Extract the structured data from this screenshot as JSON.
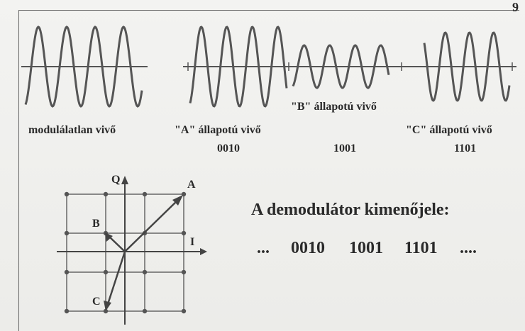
{
  "page_corner": "9",
  "waveforms": [
    {
      "caption": "modulálatlan vivő",
      "code": "",
      "amplitude": "full",
      "phase": "0"
    },
    {
      "caption": "\"A\" állapotú vivő",
      "code": "0010",
      "amplitude": "full",
      "phase": "0"
    },
    {
      "caption": "\"B\" állapotú vivő",
      "code": "1001",
      "amplitude": "half",
      "phase": "0"
    },
    {
      "caption": "\"C\" állapotú vivő",
      "code": "1101",
      "amplitude": "full",
      "phase": "shifted"
    }
  ],
  "constellation": {
    "axis_q": "Q",
    "axis_i": "I",
    "points": {
      "a": "A",
      "b": "B",
      "c": "C"
    }
  },
  "demodulator": {
    "title": "A demodulátor kimenőjele:",
    "sequence": [
      "...",
      "0010",
      "1001",
      "1101",
      "...."
    ]
  },
  "colors": {
    "ink": "#555555",
    "text": "#2a2a2a",
    "paper": "#eeeeeb"
  }
}
